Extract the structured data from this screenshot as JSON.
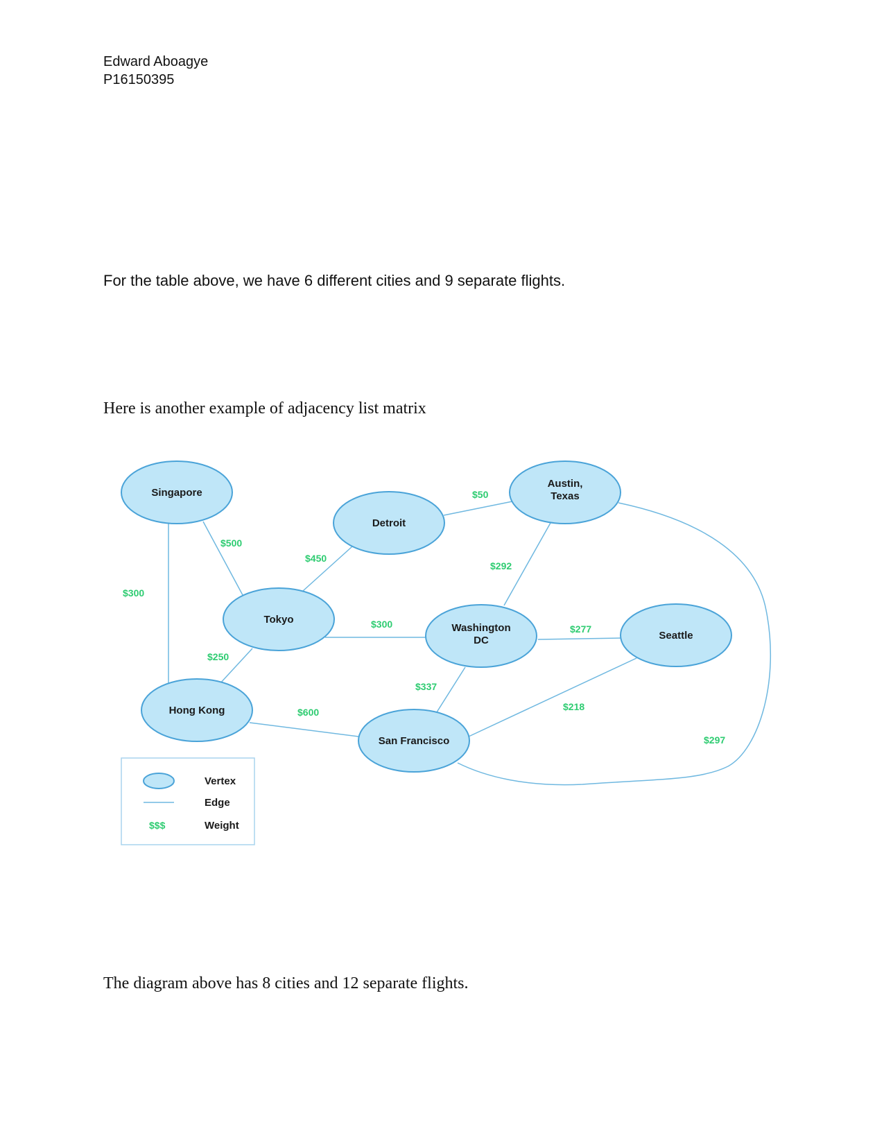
{
  "header": {
    "author": "Edward Aboagye",
    "student_id": "P16150395"
  },
  "paragraphs": {
    "table_summary": "For the table above, we have 6 different cities and 9 separate flights.",
    "intro": "Here is another example of adjacency list matrix",
    "diagram_summary": "The diagram above has 8 cities and 12 separate flights."
  },
  "colors": {
    "node_fill": "#bfe6f8",
    "node_stroke": "#4aa3d8",
    "edge": "#6fb8e0",
    "weight": "#2ecc71",
    "legend_border": "#a9d4ee"
  },
  "graph": {
    "nodes": {
      "singapore": {
        "lines": [
          "Singapore"
        ]
      },
      "detroit": {
        "lines": [
          "Detroit"
        ]
      },
      "austin": {
        "lines": [
          "Austin,",
          "Texas"
        ]
      },
      "tokyo": {
        "lines": [
          "Tokyo"
        ]
      },
      "washington": {
        "lines": [
          "Washington",
          "DC"
        ]
      },
      "seattle": {
        "lines": [
          "Seattle"
        ]
      },
      "hongkong": {
        "lines": [
          "Hong Kong"
        ]
      },
      "sanfrancisco": {
        "lines": [
          "San Francisco"
        ]
      }
    },
    "edges": [
      {
        "from": "Singapore",
        "to": "Hong Kong",
        "weight": "$300"
      },
      {
        "from": "Singapore",
        "to": "Tokyo",
        "weight": "$500"
      },
      {
        "from": "Tokyo",
        "to": "Detroit",
        "weight": "$450"
      },
      {
        "from": "Detroit",
        "to": "Austin, Texas",
        "weight": "$50"
      },
      {
        "from": "Austin, Texas",
        "to": "Washington DC",
        "weight": "$292"
      },
      {
        "from": "Tokyo",
        "to": "Washington DC",
        "weight": "$300"
      },
      {
        "from": "Washington DC",
        "to": "Seattle",
        "weight": "$277"
      },
      {
        "from": "Tokyo",
        "to": "Hong Kong",
        "weight": "$250"
      },
      {
        "from": "Washington DC",
        "to": "San Francisco",
        "weight": "$337"
      },
      {
        "from": "Hong Kong",
        "to": "San Francisco",
        "weight": "$600"
      },
      {
        "from": "Seattle",
        "to": "San Francisco",
        "weight": "$218"
      },
      {
        "from": "Austin, Texas",
        "to": "San Francisco",
        "weight": "$297"
      }
    ],
    "legend": {
      "vertex": "Vertex",
      "edge": "Edge",
      "weight_symbol": "$$$",
      "weight": "Weight"
    }
  }
}
